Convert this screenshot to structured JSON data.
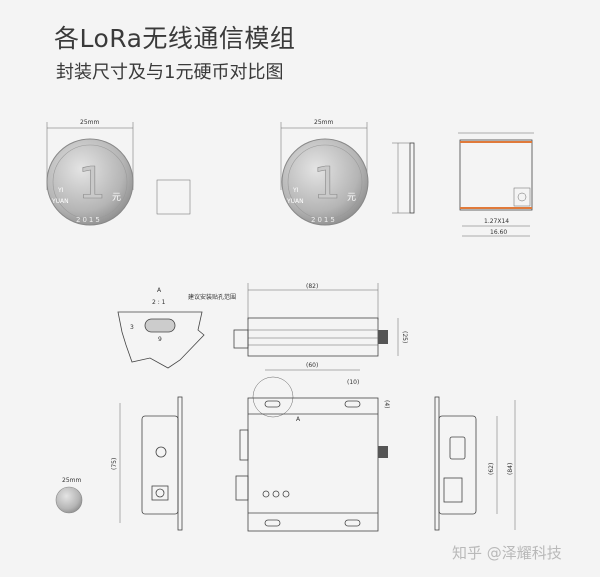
{
  "title": {
    "line1": "各LoRa无线通信模组",
    "line2": "封装尺寸及与1元硬币对比图"
  },
  "coins": {
    "width_label": "25mm",
    "yi": "YI",
    "yuan": "YUAN",
    "one": "1",
    "yuan_cn": "元",
    "year": "2015"
  },
  "module_drawing": {
    "pitch": "1.27X14",
    "width": "16.60"
  },
  "device_drawing": {
    "detail_label": "A",
    "detail_scale": "2 : 1",
    "detail_note": "建议安装贴孔范围",
    "slot_height": "3",
    "slot_width": "9",
    "length": "(82)",
    "height": "(25)",
    "hole_spacing": "(60)",
    "slot_length": "(10)",
    "flange": "(4)",
    "side_height": "(75)",
    "body_depth": "(62)",
    "total_depth": "(84)",
    "section_marker": "A"
  },
  "small_coin": {
    "label": "25mm"
  },
  "watermark": "知乎 @泽耀科技",
  "colors": {
    "coin": "#b8b8b8",
    "pin_accent": "#e07a3a",
    "text": "#3a3a3a"
  }
}
